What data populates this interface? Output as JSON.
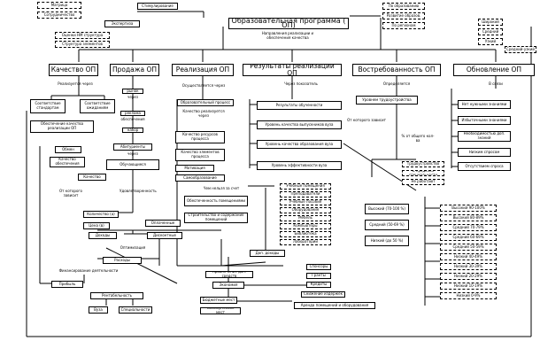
{
  "title": "Образовательная программа ( ОП)",
  "subtitle": "Направления реализации и обеспечения качества",
  "top_left": {
    "items": [
      "Матрица",
      "Сотрудничество"
    ],
    "stimul": "Стимулирование",
    "expert": "Экспертиза",
    "parts": [
      "Оценки НМ структура",
      "Структура элементов"
    ]
  },
  "top_right": {
    "items": [
      "По образованию",
      "Развитие образов.",
      "По регионам"
    ],
    "items2": [
      "Широкий",
      "Средний",
      "Узкий",
      "Средний-узкий"
    ]
  },
  "headers": [
    "Качество ОП",
    "Продажа ОП",
    "Реализация ОП",
    "Результаты реализации ОП",
    "Востребованность ОП",
    "Обновление ОП"
  ],
  "quality": {
    "note": "Реализуется через",
    "b1": "Соответствие стандартам",
    "b2": "Соответствие ожиданиям",
    "b3": "Обеспечение качества реализации ОП",
    "b4": "Обмен",
    "b5": "Качество обеспечения",
    "b6": "Качество",
    "note2": "Оптимизация",
    "b7": "Количество (а)",
    "b8": "Цена (в)",
    "b9": "Доходы",
    "b10": "Расходы",
    "b11": "Прибыль",
    "b12": "Рентабельность",
    "b13": "Вуза",
    "b14": "Специальности",
    "note3": "От которого зависит",
    "note4": "Финансирование деятельности"
  },
  "sale": {
    "b1": "рынок",
    "b2": "реклама",
    "b3": "набор",
    "b4": "Абитуриенты",
    "b5": "Обучающиеся",
    "note1": "через",
    "note2": "через",
    "note3": "обеспечения",
    "note4": "Удовлетворенность",
    "b6": "Оплаченные",
    "b7": "Дисконтные"
  },
  "real": {
    "note1": "Осуществляется через",
    "b1": "Образовательный процесс",
    "note2": "Качество реализуется через",
    "b2": "Качество ресурсов процесса",
    "b3": "Качество элементов процесса",
    "b4": "Мотивация",
    "b5": "Самообразование",
    "note3": "Чем нельзя за счет",
    "b6": "Обеспеченность помещениями",
    "b7": "Строительство и содержание помещений",
    "list": [
      "Учебные помещения",
      "Преподаватели",
      "Учебные пособия",
      "Оборудование",
      "Мебель",
      "Компьютеры",
      "Библиотека",
      "Лаборатории"
    ],
    "b8": "Доп. доходы",
    "b9": "Привлечение доп. средств",
    "b10": "Экономия",
    "list2": [
      "Спонсоры",
      "Гранты",
      "Кредиты"
    ],
    "b11": "Снижение издержек",
    "b12": "Аренда помещений и оборудования",
    "b13": "Бюджетные мест",
    "b14": "Коммерческие мест"
  },
  "results": {
    "note": "Через показатель",
    "r1": "Результаты обученности",
    "r2": "Уровень качества выпускников вуза",
    "r3": "Уровень качества образования вуза",
    "r4": "Уровень эффективности вуза"
  },
  "demand": {
    "note": "Определяется",
    "b1": "Уровнем трудоустройства",
    "note2": "От которого зависит",
    "note3": "% от общего кол-ва",
    "b2": "Трудоустройство",
    "b3": "В пределах специальности",
    "b4": "Не работают",
    "b5": "Высокий (70-100 %)",
    "b6": "Средний (50-69 %)",
    "b7": "Низкий (до 50 %)",
    "levels": [
      "Высокий 90-100%",
      "Высокий 80-89%",
      "Средний 70-79%",
      "Средний 60-69%",
      "Средний 50-59%",
      "Низкий 40-49%",
      "Низкий 30-39%",
      "Низкий 20-29%",
      "Низкий 10-19%",
      "Низкий 0-9%"
    ]
  },
  "update": {
    "note": "В связи",
    "items": [
      "Нет нужными знаниями",
      "Избыточными знаниями",
      "Необходимостью доп. знаний",
      "Низким спросом",
      "Отсутствием спроса"
    ]
  }
}
